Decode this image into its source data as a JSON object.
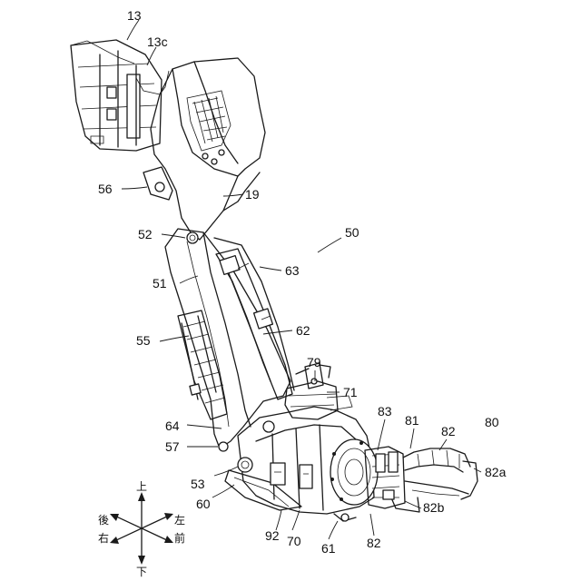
{
  "labels": {
    "l13": "13",
    "l13c": "13c",
    "l19": "19",
    "l50": "50",
    "l51": "51",
    "l52": "52",
    "l53": "53",
    "l55": "55",
    "l56": "56",
    "l57": "57",
    "l60": "60",
    "l61": "61",
    "l62": "62",
    "l63": "63",
    "l64": "64",
    "l70": "70",
    "l71": "71",
    "l79": "79",
    "l80": "80",
    "l81": "81",
    "l82_top": "82",
    "l82_bottom": "82",
    "l82a": "82a",
    "l82b": "82b",
    "l83": "83",
    "l92": "92"
  },
  "directions": {
    "up": "上",
    "down": "下",
    "left": "左",
    "right": "右",
    "front": "前",
    "back": "後"
  }
}
